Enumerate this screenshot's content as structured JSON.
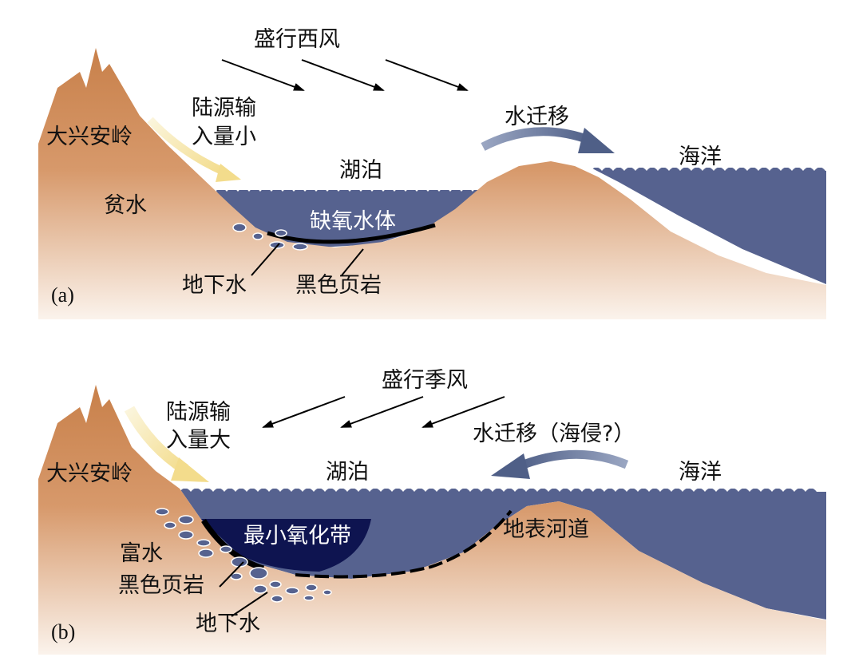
{
  "colors": {
    "terrain_top": "#c8804a",
    "terrain_bottom": "#fbf3ec",
    "water": "#56628f",
    "anoxic_zone": "#0e1450",
    "shale": "#000000",
    "arrow_dark": "#5e6e95",
    "arrow_light": "#f6e6a6"
  },
  "panel_a": {
    "label": "(a)",
    "mountain": "大兴安岭",
    "water_status": "贫水",
    "sediment_input": [
      "陆源输",
      "入量小"
    ],
    "wind": "盛行西风",
    "lake": "湖泊",
    "anoxic_water": "缺氧水体",
    "groundwater": "地下水",
    "black_shale": "黑色页岩",
    "water_migration": "水迁移",
    "ocean": "海洋"
  },
  "panel_b": {
    "label": "(b)",
    "mountain": "大兴安岭",
    "water_status": "富水",
    "sediment_input": [
      "陆源输",
      "入量大"
    ],
    "wind": "盛行季风",
    "lake": "湖泊",
    "min_oxidation_zone": "最小氧化带",
    "groundwater": "地下水",
    "black_shale": "黑色页岩",
    "surface_channel": "地表河道",
    "water_migration": "水迁移（海侵?）",
    "ocean": "海洋"
  }
}
